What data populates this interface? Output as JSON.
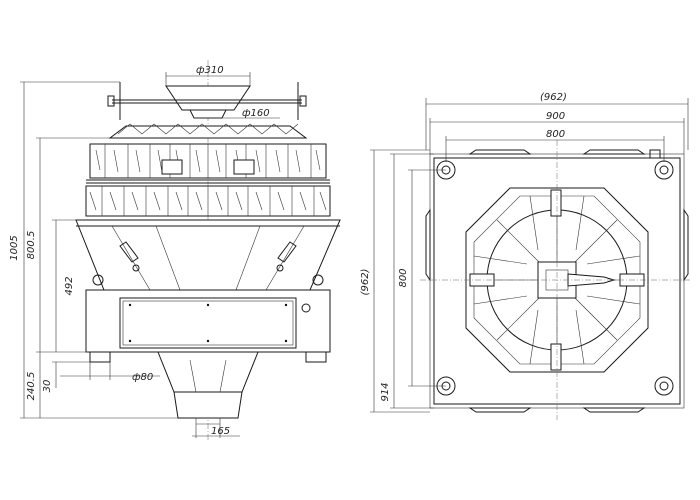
{
  "front_view": {
    "dims": {
      "hopper_dia": "ф310",
      "top_bucket_dia": "ф160",
      "total_height": "1005",
      "body_height": "800.5",
      "cone_height": "492",
      "base_height": "240.5",
      "foot_height": "30",
      "foot_dia": "ф80",
      "outlet_width": "165"
    }
  },
  "top_view": {
    "dims": {
      "overall_width": "(962)",
      "width_900": "900",
      "width_800": "800",
      "overall_depth": "(962)",
      "depth_914": "914",
      "depth_800": "800"
    }
  }
}
